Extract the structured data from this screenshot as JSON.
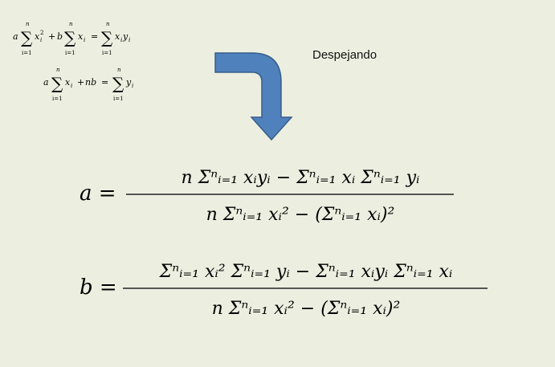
{
  "caption": "Despejando",
  "small_equations": {
    "eq1": {
      "lhs_var_a": "a",
      "x": "x",
      "sq": "2",
      "i": "i",
      "plus": "+",
      "b": "b",
      "eq": "=",
      "xy": "y",
      "sum_top": "n",
      "sum_bottom": "i=1"
    },
    "eq2": {
      "a": "a",
      "x": "x",
      "plus": "+",
      "nb": "nb",
      "eq": "=",
      "y": "y",
      "sum_top": "n",
      "sum_bottom": "i=1"
    }
  },
  "formula_a": {
    "lhs": "a =",
    "numerator": "n Σⁿᵢ₌₁ xᵢyᵢ − Σⁿᵢ₌₁ xᵢ Σⁿᵢ₌₁ yᵢ",
    "denominator": "n Σⁿᵢ₌₁ xᵢ² − (Σⁿᵢ₌₁ xᵢ)²"
  },
  "formula_b": {
    "lhs": "b =",
    "numerator": "Σⁿᵢ₌₁ xᵢ² Σⁿᵢ₌₁ yᵢ − Σⁿᵢ₌₁ xᵢyᵢ Σⁿᵢ₌₁ xᵢ",
    "denominator": "n Σⁿᵢ₌₁ xᵢ² − (Σⁿᵢ₌₁ xᵢ)²"
  },
  "colors": {
    "background": "#ecefe0",
    "arrow_fill": "#4f81bd",
    "arrow_stroke": "#385d8a"
  }
}
